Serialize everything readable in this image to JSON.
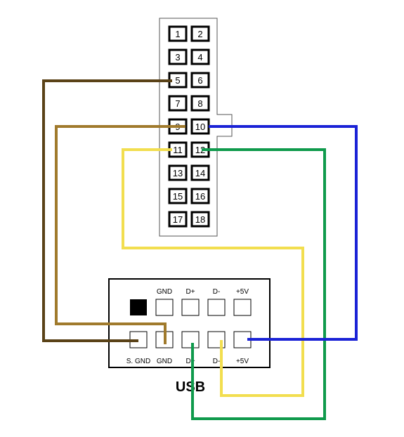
{
  "header_pins": [
    "1",
    "2",
    "3",
    "4",
    "5",
    "6",
    "7",
    "8",
    "9",
    "10",
    "11",
    "12",
    "13",
    "14",
    "15",
    "16",
    "17",
    "18"
  ],
  "usb": {
    "title": "USB",
    "top_labels": [
      "GND",
      "D+",
      "D-",
      "+5V"
    ],
    "bottom_labels": [
      "S. GND",
      "GND",
      "D+",
      "D-",
      "+5V"
    ]
  },
  "wire_colors": {
    "pin5_to_sgnd": "#5a4217",
    "pin9_to_gnd": "#a07a2c",
    "pin11_to_dminus": "#f2de4f",
    "pin12_to_dplus": "#0f9a4c",
    "pin10_to_5v": "#1a22d6"
  }
}
